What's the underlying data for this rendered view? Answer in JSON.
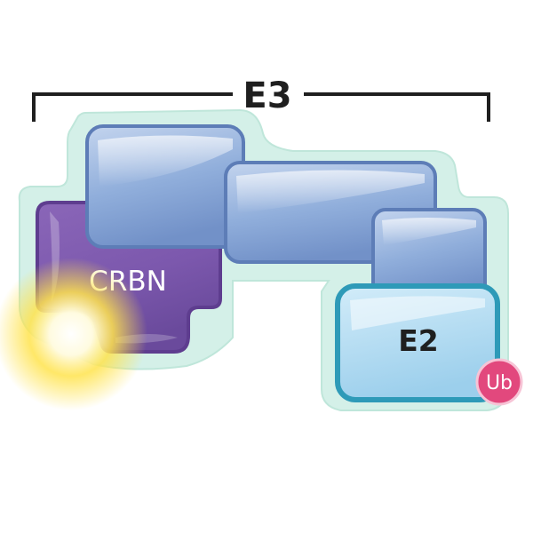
{
  "labels": {
    "complex": "E3",
    "substrate_receptor": "CRBN",
    "conjugating_enzyme": "E2",
    "ubiquitin": "Ub"
  },
  "colors": {
    "bracket": "#1f1f1f",
    "halo": "#cdeee4",
    "scaffold": "#7f9fd1",
    "crbn": "#7a55aa",
    "e2": "#a9d6ef",
    "e2_border": "#2e9ab8",
    "ub": "#e2487d",
    "glow": "#ffe34d"
  }
}
